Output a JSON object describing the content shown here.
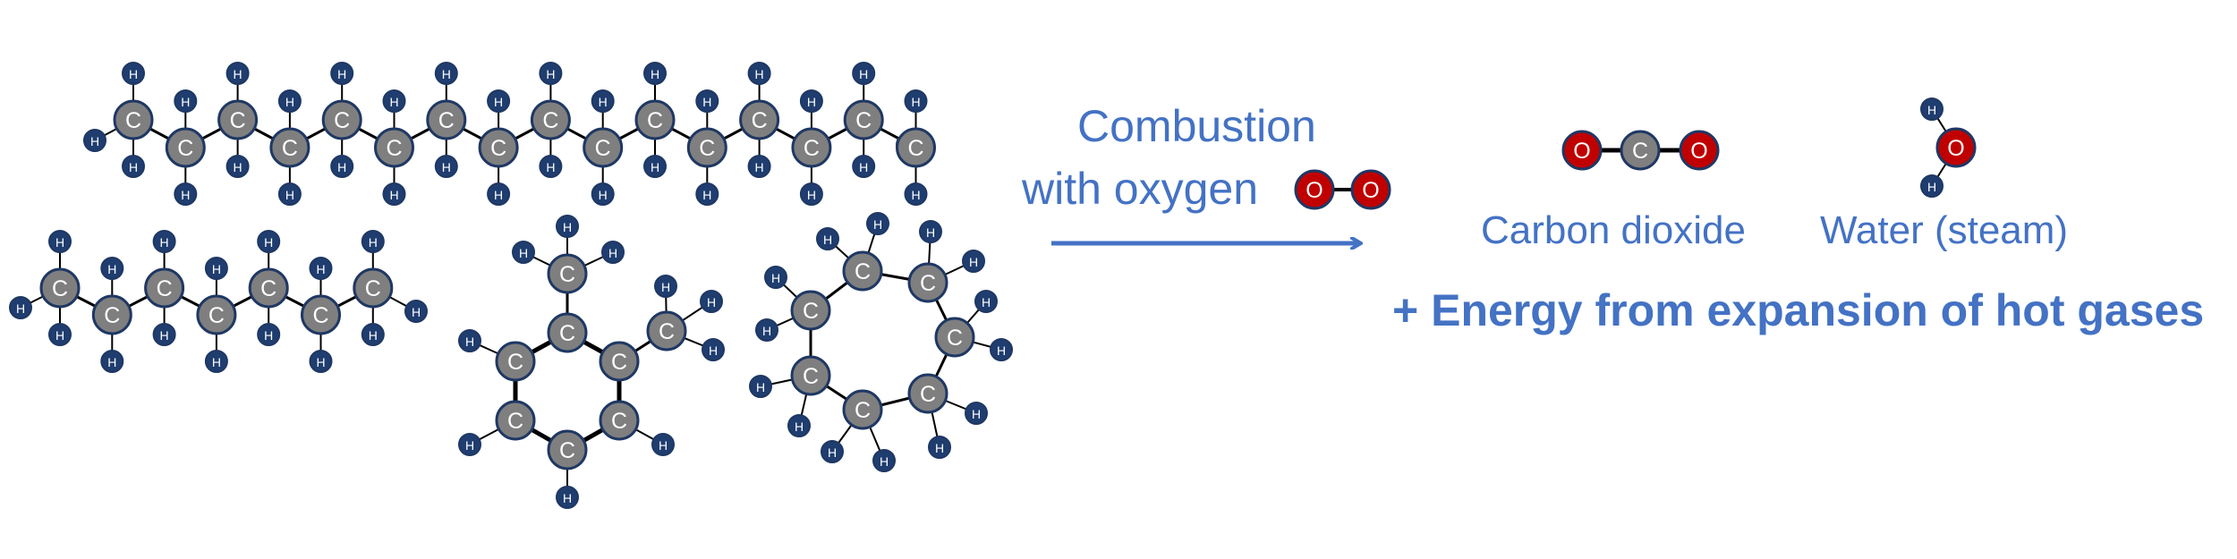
{
  "reaction": {
    "process_line1": "Combustion",
    "process_line2": "with oxygen",
    "products": {
      "carbon_dioxide": "Carbon dioxide",
      "water": "Water (steam)"
    },
    "energy_note": "+ Energy from expansion of hot gases"
  },
  "atoms": {
    "carbon": "C",
    "hydrogen": "H",
    "oxygen": "O"
  },
  "colors": {
    "carbon_fill": "#7f7f7f",
    "hydrogen_fill": "#1f3d6f",
    "oxygen_fill": "#c00000",
    "outline": "#1f3864",
    "label_blue": "#4472c4",
    "bond": "#000000"
  }
}
